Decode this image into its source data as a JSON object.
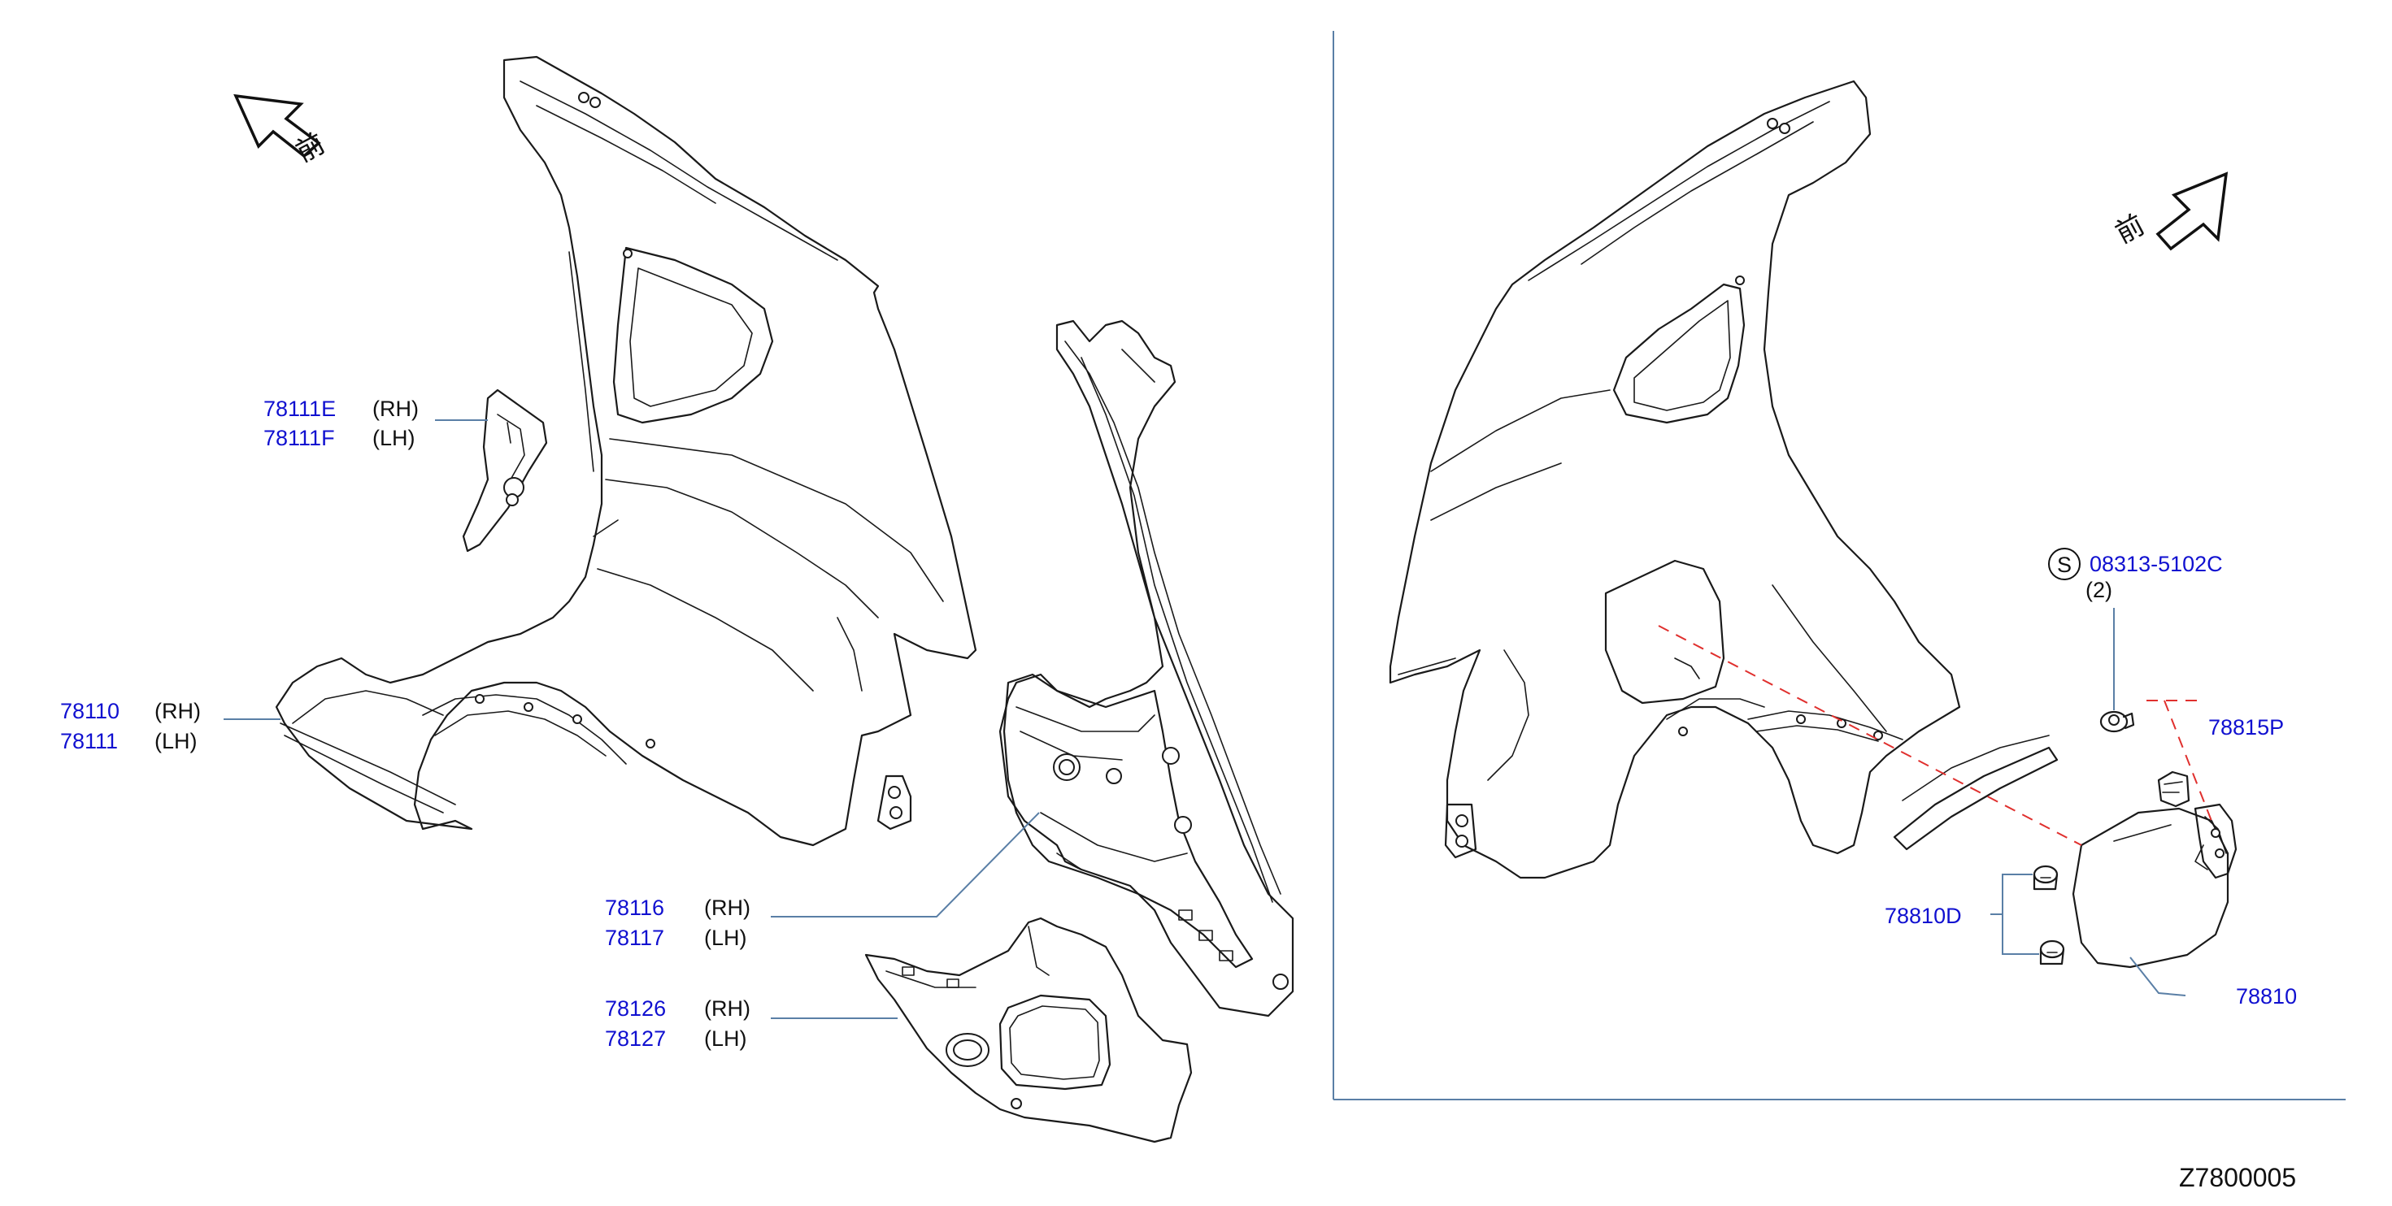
{
  "diagram": {
    "drawing_code": "Z7800005",
    "front_glyph": "前",
    "callouts": [
      {
        "id": "78111e",
        "part": "78111E",
        "side": "(RH)"
      },
      {
        "id": "78111f",
        "part": "78111F",
        "side": "(LH)"
      },
      {
        "id": "78110",
        "part": "78110",
        "side": "(RH)"
      },
      {
        "id": "78111",
        "part": "78111",
        "side": "(LH)"
      },
      {
        "id": "78116",
        "part": "78116",
        "side": "(RH)"
      },
      {
        "id": "78117",
        "part": "78117",
        "side": "(LH)"
      },
      {
        "id": "78126",
        "part": "78126",
        "side": "(RH)"
      },
      {
        "id": "78127",
        "part": "78127",
        "side": "(LH)"
      },
      {
        "id": "08313",
        "part": "08313-5102C",
        "qty": "(2)",
        "symbol": "S"
      },
      {
        "id": "78815p",
        "part": "78815P"
      },
      {
        "id": "78810d",
        "part": "78810D"
      },
      {
        "id": "78810",
        "part": "78810"
      }
    ]
  }
}
